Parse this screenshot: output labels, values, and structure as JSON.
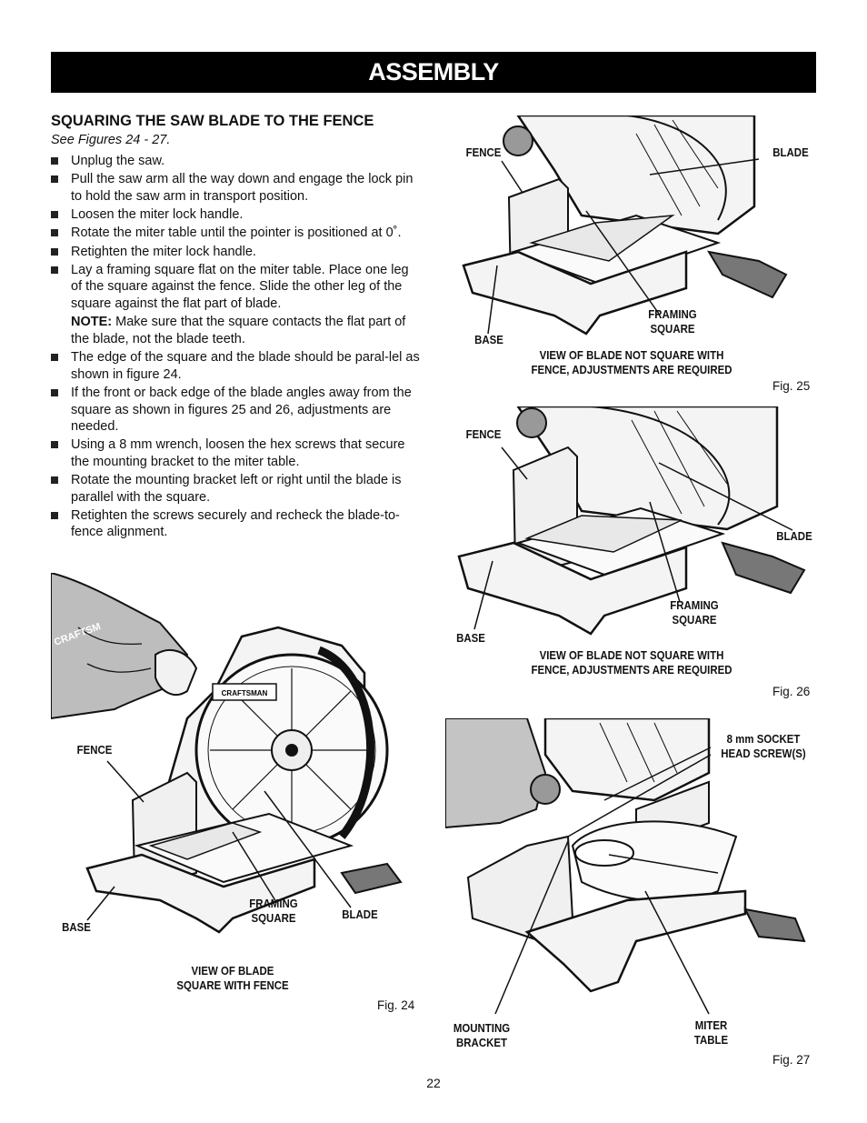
{
  "header": {
    "title": "ASSEMBLY"
  },
  "section": {
    "title": "SQUARING THE SAW BLADE TO THE FENCE",
    "see_figures": "See Figures 24 - 27.",
    "steps": [
      "Unplug the saw.",
      "Pull the saw arm all the way down and engage the lock pin to hold the saw arm in transport position.",
      "Loosen the miter lock handle.",
      "Rotate the miter table until the pointer is positioned at 0˚.",
      "Retighten the miter lock handle.",
      "Lay a framing square flat on the miter table. Place one leg of the square against the fence. Slide the other leg of the square against the flat part of blade.",
      "The edge of the square and the blade should be paral-lel as shown in figure 24.",
      "If the front or back edge of the blade angles away from the square as shown in figures 25 and 26, adjustments are needed.",
      "Using a 8 mm wrench, loosen the hex screws that secure the mounting bracket to the miter table.",
      "Rotate the mounting bracket left or right until the blade is parallel with the square.",
      "Retighten the screws securely and recheck the blade-to-fence alignment."
    ],
    "note_label": "NOTE:",
    "note_text": " Make sure that the square contacts the flat part of the blade, not the blade teeth."
  },
  "figures": {
    "fig24": {
      "caption": "Fig. 24",
      "brand": "CRAFTSMAN",
      "labels": {
        "fence": "FENCE",
        "base": "BASE",
        "framing_square_1": "FRAMING",
        "framing_square_2": "SQUARE",
        "blade": "BLADE"
      },
      "view_1": "VIEW OF BLADE",
      "view_2": "SQUARE WITH FENCE"
    },
    "fig25": {
      "caption": "Fig. 25",
      "labels": {
        "fence": "FENCE",
        "blade": "BLADE",
        "framing_square_1": "FRAMING",
        "framing_square_2": "SQUARE",
        "base": "BASE"
      },
      "view_1": "VIEW OF BLADE NOT SQUARE WITH",
      "view_2": "FENCE, ADJUSTMENTS ARE REQUIRED"
    },
    "fig26": {
      "caption": "Fig. 26",
      "labels": {
        "fence": "FENCE",
        "blade": "BLADE",
        "framing_square_1": "FRAMING",
        "framing_square_2": "SQUARE",
        "base": "BASE"
      },
      "view_1": "VIEW OF BLADE NOT SQUARE WITH",
      "view_2": "FENCE, ADJUSTMENTS ARE REQUIRED"
    },
    "fig27": {
      "caption": "Fig. 27",
      "labels": {
        "socket_1": "8 mm SOCKET",
        "socket_2": "HEAD SCREW(S)",
        "mounting_1": "MOUNTING",
        "mounting_2": "BRACKET",
        "miter_1": "MITER",
        "miter_2": "TABLE"
      }
    }
  },
  "footer": {
    "page_number": "22"
  }
}
